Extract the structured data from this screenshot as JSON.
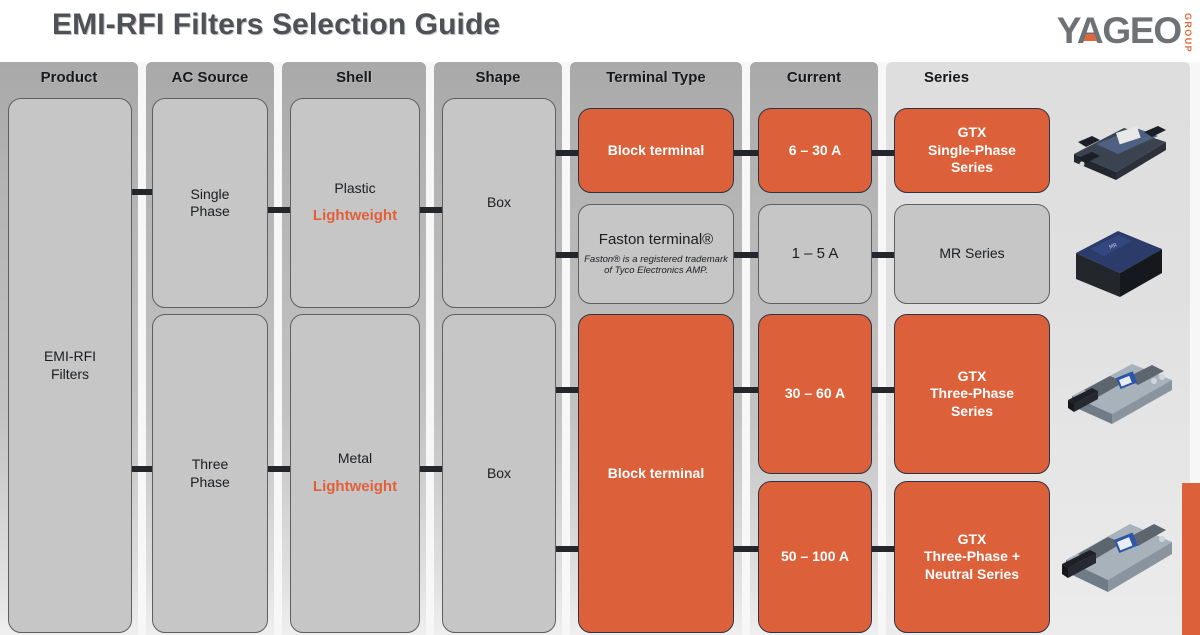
{
  "header": {
    "title": "EMI-RFI Filters Selection Guide",
    "logo_word": "YAGEO",
    "logo_group": "GROUP"
  },
  "colors": {
    "accent_orange": "#dc6039",
    "title_gray": "#4e5156",
    "node_gray": "#c6c6c6",
    "band_gray": "#b4b4b4",
    "band_light": "#e0e0e0"
  },
  "columns": [
    {
      "header": "Product"
    },
    {
      "header": "AC Source"
    },
    {
      "header": "Shell"
    },
    {
      "header": "Shape"
    },
    {
      "header": "Terminal Type"
    },
    {
      "header": "Current"
    },
    {
      "header": "Series"
    }
  ],
  "nodes": {
    "product": {
      "label": "EMI-RFI\nFilters",
      "line1": "EMI-RFI",
      "line2": "Filters",
      "style": "gray"
    },
    "ac_single": {
      "line1": "Single",
      "line2": "Phase",
      "style": "gray"
    },
    "ac_three": {
      "line1": "Three",
      "line2": "Phase",
      "style": "gray"
    },
    "shell_plastic": {
      "material": "Plastic",
      "highlight": "Lightweight",
      "style": "gray"
    },
    "shell_metal": {
      "material": "Metal",
      "highlight": "Lightweight",
      "style": "gray"
    },
    "shape_top": {
      "label": "Box",
      "style": "gray"
    },
    "shape_bottom": {
      "label": "Box",
      "style": "gray"
    },
    "term_block_top": {
      "label": "Block terminal",
      "style": "orange"
    },
    "term_faston": {
      "label": "Faston terminal®",
      "note": "Faston® is a registered trademark of Tyco Electronics AMP.",
      "style": "gray"
    },
    "term_block_bottom": {
      "label": "Block terminal",
      "style": "orange"
    },
    "cur_6_30": {
      "label": "6 – 30 A",
      "style": "orange"
    },
    "cur_1_5": {
      "label": "1 – 5 A",
      "style": "gray"
    },
    "cur_30_60": {
      "label": "30 – 60 A",
      "style": "orange"
    },
    "cur_50_100": {
      "label": "50 – 100 A",
      "style": "orange"
    },
    "ser_gtx_single": {
      "line1": "GTX",
      "line2": "Single-Phase",
      "line3": "Series",
      "style": "orange"
    },
    "ser_mr": {
      "line1": "MR Series",
      "style": "gray"
    },
    "ser_gtx_three": {
      "line1": "GTX",
      "line2": "Three-Phase",
      "line3": "Series",
      "style": "orange"
    },
    "ser_gtx_three_neutral": {
      "line1": "GTX",
      "line2": "Three-Phase +",
      "line3": "Neutral Series",
      "style": "orange"
    }
  },
  "photos": [
    {
      "name": "gtx-single-phase-filter-photo"
    },
    {
      "name": "mr-series-module-photo"
    },
    {
      "name": "gtx-three-phase-filter-photo"
    },
    {
      "name": "gtx-three-phase-neutral-filter-photo"
    }
  ]
}
